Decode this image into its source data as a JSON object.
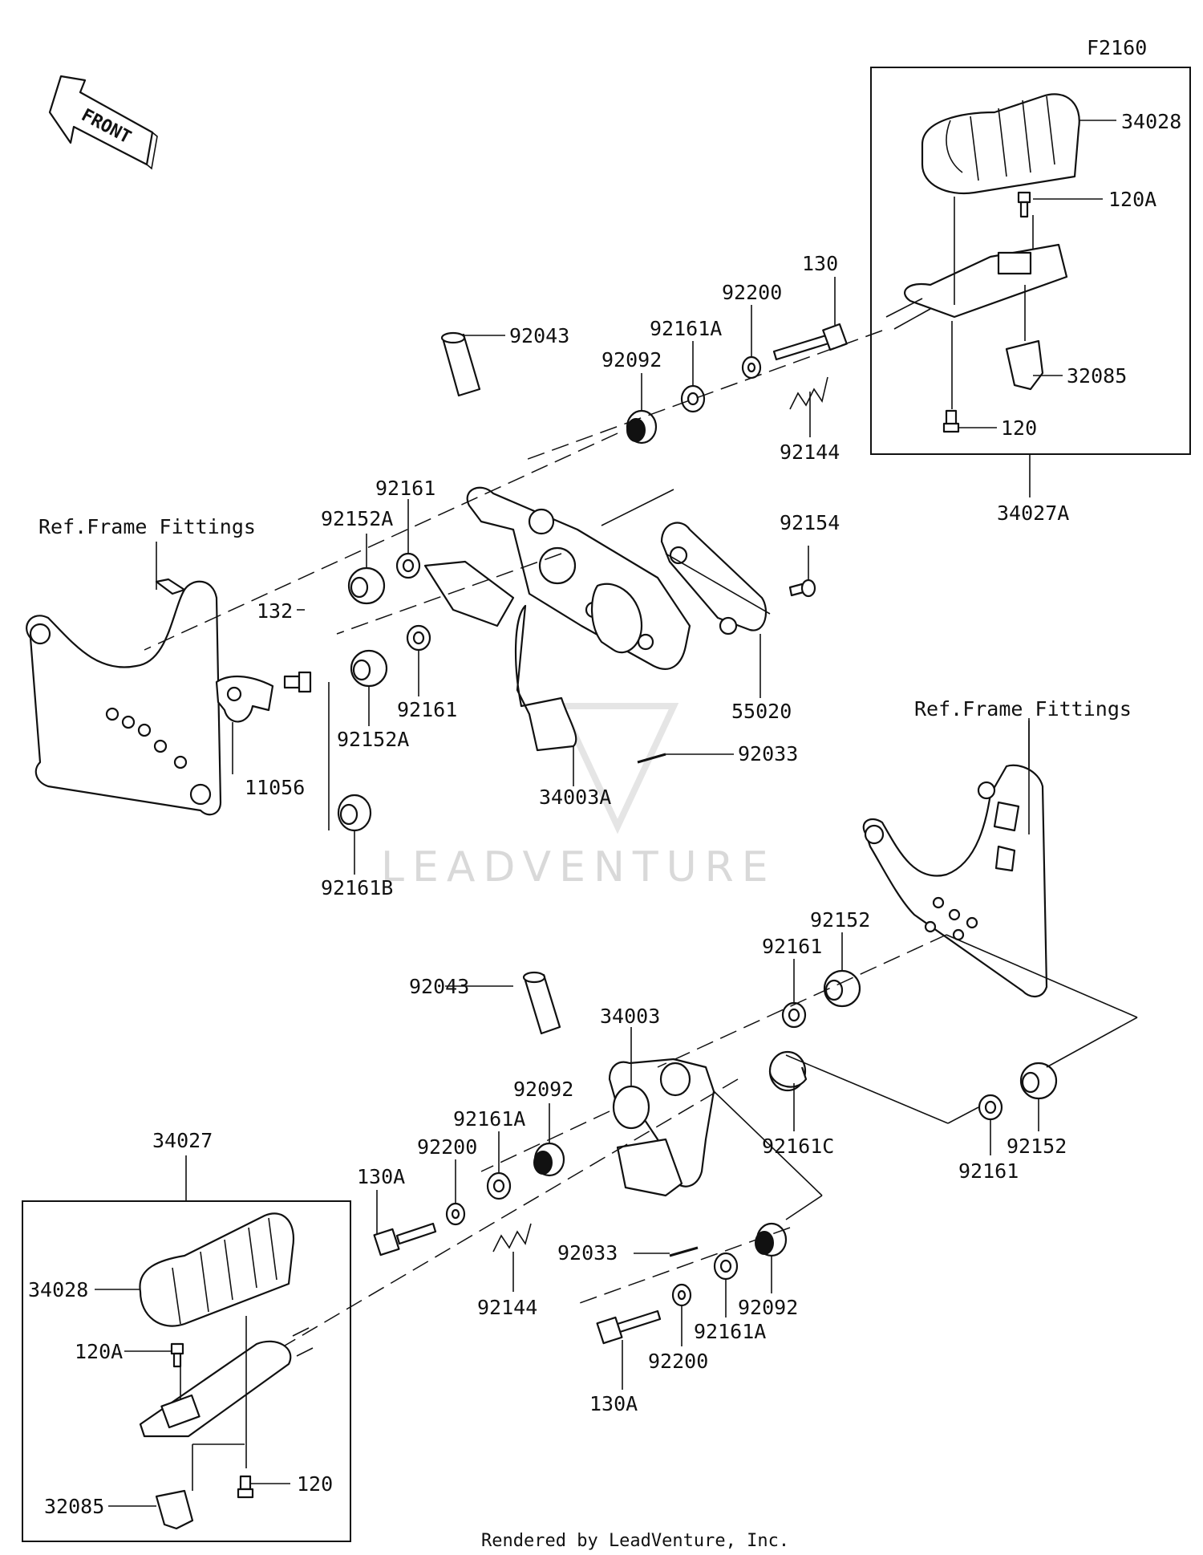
{
  "figure_code": "F2160",
  "front_label": "FRONT",
  "watermark": "LEADVENTURE",
  "credit": "Rendered by LeadVenture, Inc.",
  "labels": {
    "ref_frame_left": "Ref.Frame Fittings",
    "ref_frame_right": "Ref.Frame Fittings",
    "p34028_top": "34028",
    "p120A_top": "120A",
    "p32085_top": "32085",
    "p120_top": "120",
    "p34027A": "34027A",
    "p130": "130",
    "p92200_top": "92200",
    "p92161A_top": "92161A",
    "p92092_top": "92092",
    "p92043_top": "92043",
    "p92144_top": "92144",
    "p92161_top": "92161",
    "p92152A_top": "92152A",
    "p132": "132",
    "p92161_mid": "92161",
    "p92152A_mid": "92152A",
    "p11056": "11056",
    "p92161B": "92161B",
    "p92154": "92154",
    "p55020": "55020",
    "p92033_top": "92033",
    "p34003A": "34003A",
    "p92043_bot": "92043",
    "p34003": "34003",
    "p92152_a": "92152",
    "p92161_a": "92161",
    "p92161C": "92161C",
    "p92161_b": "92161",
    "p92152_b": "92152",
    "p92092_bot": "92092",
    "p92161A_bot": "92161A",
    "p92200_bot": "92200",
    "p130A_top": "130A",
    "p34027": "34027",
    "p34028_bot": "34028",
    "p120A_bot": "120A",
    "p120_bot": "120",
    "p32085_bot": "32085",
    "p92144_bot": "92144",
    "p92033_bot": "92033",
    "p92092_bot2": "92092",
    "p92161A_bot2": "92161A",
    "p92200_bot2": "92200",
    "p130A_bot": "130A"
  }
}
